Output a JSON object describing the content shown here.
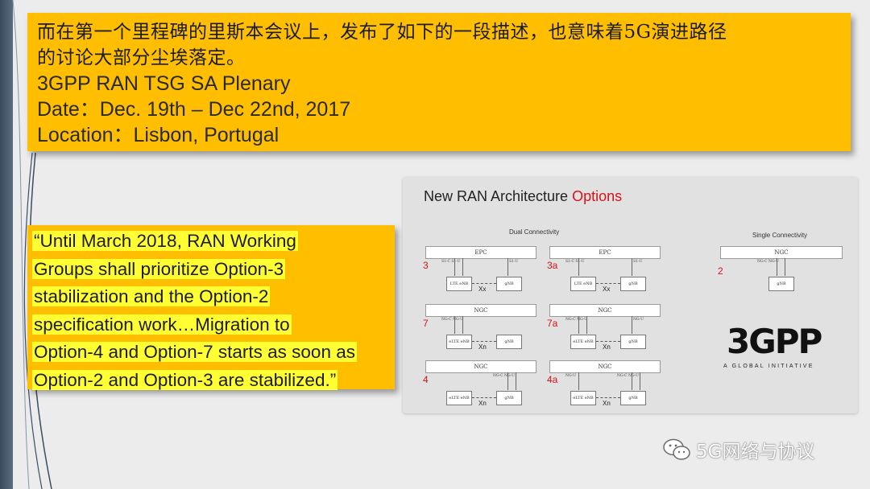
{
  "top_box": {
    "zh_line1": "而在第一个里程碑的里斯本会议上，发布了如下的一段描述，也意味着5G演进路径",
    "zh_line2": "的讨论大部分尘埃落定。",
    "meeting": "3GPP RAN TSG SA Plenary",
    "date": "Date：Dec. 19th – Dec 22nd, 2017",
    "location": "Location：Lisbon, Portugal"
  },
  "quote": {
    "lines": [
      "“Until March 2018, RAN Working",
      "Groups shall prioritize Option-3",
      "stabilization and the Option-2",
      "specification work…Migration to",
      "Option-4 and Option-7 starts as soon as",
      "Option-2 and Option-3 are stabilized.”"
    ],
    "highlight_color": "#ffff33"
  },
  "figure": {
    "title_main": "New RAN Architecture ",
    "title_accent": "Options",
    "accent_color": "#d8121a",
    "dual_caption": "Dual Connectivity",
    "single_caption": "Single Connectivity",
    "diagrams": [
      {
        "id": "3",
        "core": "EPC",
        "node_a": "LTE eNB",
        "node_b": "gNB",
        "link": "Xx",
        "if_left": "S1-C  S1-U",
        "if_right": "S1-U"
      },
      {
        "id": "3a",
        "core": "EPC",
        "node_a": "LTE eNB",
        "node_b": "gNB",
        "link": "Xx",
        "if_left": "S1-C  S1-U",
        "if_right": "S1-U"
      },
      {
        "id": "2",
        "core": "NGC",
        "node_a": "",
        "node_b": "gNB",
        "link": "",
        "if_left": "",
        "if_right": "NG-C  NG-U"
      },
      {
        "id": "7",
        "core": "NGC",
        "node_a": "eLTE eNB",
        "node_b": "gNB",
        "link": "Xn",
        "if_left": "NG-C  NG-U",
        "if_right": ""
      },
      {
        "id": "7a",
        "core": "NGC",
        "node_a": "eLTE eNB",
        "node_b": "gNB",
        "link": "Xn",
        "if_left": "NG-C  NG-U",
        "if_right": "NG-U"
      },
      {
        "id": "4",
        "core": "NGC",
        "node_a": "eLTE eNB",
        "node_b": "gNB",
        "link": "Xn",
        "if_left": "",
        "if_right": "NG-C  NG-U"
      },
      {
        "id": "4a",
        "core": "NGC",
        "node_a": "eLTE eNB",
        "node_b": "gNB",
        "link": "Xn",
        "if_left": "NG-U",
        "if_right": "NG-C  NG-U"
      }
    ],
    "logo_text": "3GPP",
    "logo_tagline": "A GLOBAL INITIATIVE"
  },
  "watermark": {
    "text": "5G网络与协议",
    "icon": "wechat-icon"
  },
  "colors": {
    "box_orange": "#ffbf00",
    "left_strip": "#3a4a5e",
    "background": "#ececec"
  }
}
